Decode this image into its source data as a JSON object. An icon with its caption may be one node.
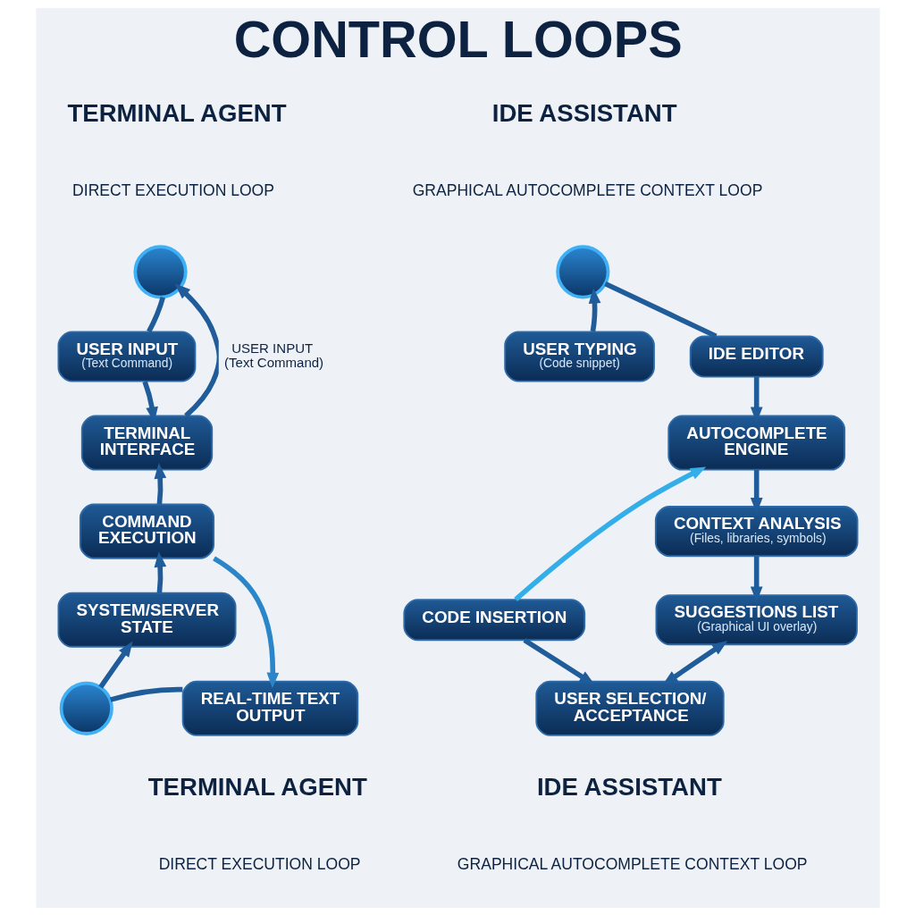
{
  "diagram": {
    "title": "CONTROL LOOPS",
    "nodes": [
      {
        "text": [],
        "shape": "circle"
      },
      {
        "text": [
          "USER INPUT",
          "(Text Command)"
        ]
      },
      {
        "text": [
          "TERMINAL INTERFACE"
        ]
      },
      {
        "text": [
          "COMMAND EXECUTION"
        ]
      },
      {
        "text": [
          "SYSTEM/SERVER STATE"
        ]
      },
      {
        "text": [
          "REAL-TIME TEXT OUTPUT"
        ]
      },
      {
        "text": [],
        "shape": "circle"
      },
      {
        "text": [],
        "shape": "circle"
      },
      {
        "text": [
          "USER TYPING",
          "(Code snippet)"
        ]
      },
      {
        "text": [
          "IDE EDITOR"
        ]
      },
      {
        "text": [
          "AUTOCOMPLETE ENGINE"
        ]
      },
      {
        "text": [
          "CONTEXT ANALYSIS",
          "(Files, libraries, symbols)"
        ]
      },
      {
        "text": [
          "SUGGESTIONS LIST",
          "(Graphical UI overlay)"
        ]
      },
      {
        "text": [
          "CODE INSERTION"
        ]
      },
      {
        "text": [
          "USER SELECTION/ ACCEPTANCE"
        ]
      }
    ],
    "edges": [
      {
        "from": 2,
        "to": 0,
        "arrow": "to",
        "label": "USER INPUT (Text Command)"
      },
      {
        "from": 0,
        "to": 1,
        "arrow": "none"
      },
      {
        "from": 1,
        "to": 2,
        "arrow": "to"
      },
      {
        "from": 3,
        "to": 2,
        "arrow": "to"
      },
      {
        "from": 3,
        "to": 5,
        "arrow": "to",
        "color": "#2b86c9"
      },
      {
        "from": 4,
        "to": 3,
        "arrow": "to"
      },
      {
        "from": 5,
        "to": 6,
        "arrow": "none"
      },
      {
        "from": 6,
        "to": 4,
        "arrow": "to"
      },
      {
        "from": 8,
        "to": 7,
        "arrow": "to"
      },
      {
        "from": 7,
        "to": 9,
        "arrow": "none"
      },
      {
        "from": 9,
        "to": 10,
        "arrow": "to"
      },
      {
        "from": 13,
        "to": 10,
        "arrow": "to",
        "color": "#33aee8"
      },
      {
        "from": 10,
        "to": 11,
        "arrow": "to"
      },
      {
        "from": 11,
        "to": 12,
        "arrow": "to"
      },
      {
        "from": 13,
        "to": 14,
        "arrow": "to"
      },
      {
        "from": 14,
        "to": 12,
        "arrow": "both"
      }
    ],
    "labels": [
      "TERMINAL AGENT",
      "DIRECT EXECUTION LOOP",
      "IDE ASSISTANT",
      "GRAPHICAL AUTOCOMPLETE CONTEXT LOOP",
      "TERMINAL AGENT",
      "DIRECT EXECUTION LOOP",
      "IDE ASSISTANT",
      "GRAPHICAL AUTOCOMPLETE CONTEXT LOOP"
    ]
  }
}
